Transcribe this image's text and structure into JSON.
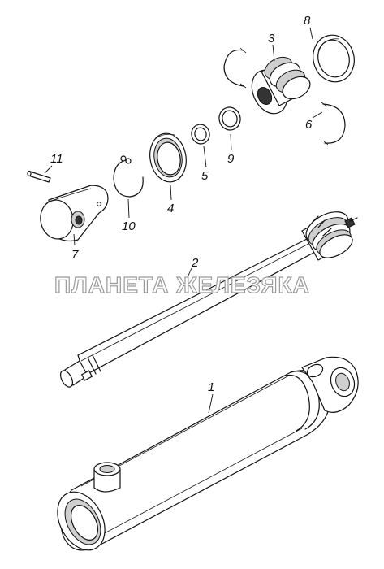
{
  "watermark": "ПЛАНЕТА ЖЕЛЕЗЯКА",
  "labels": {
    "p1": "1",
    "p2": "2",
    "p3": "3",
    "p4": "4",
    "p5": "5",
    "p6": "6",
    "p7": "7",
    "p8": "8",
    "p9": "9",
    "p10": "10",
    "p11": "11"
  }
}
